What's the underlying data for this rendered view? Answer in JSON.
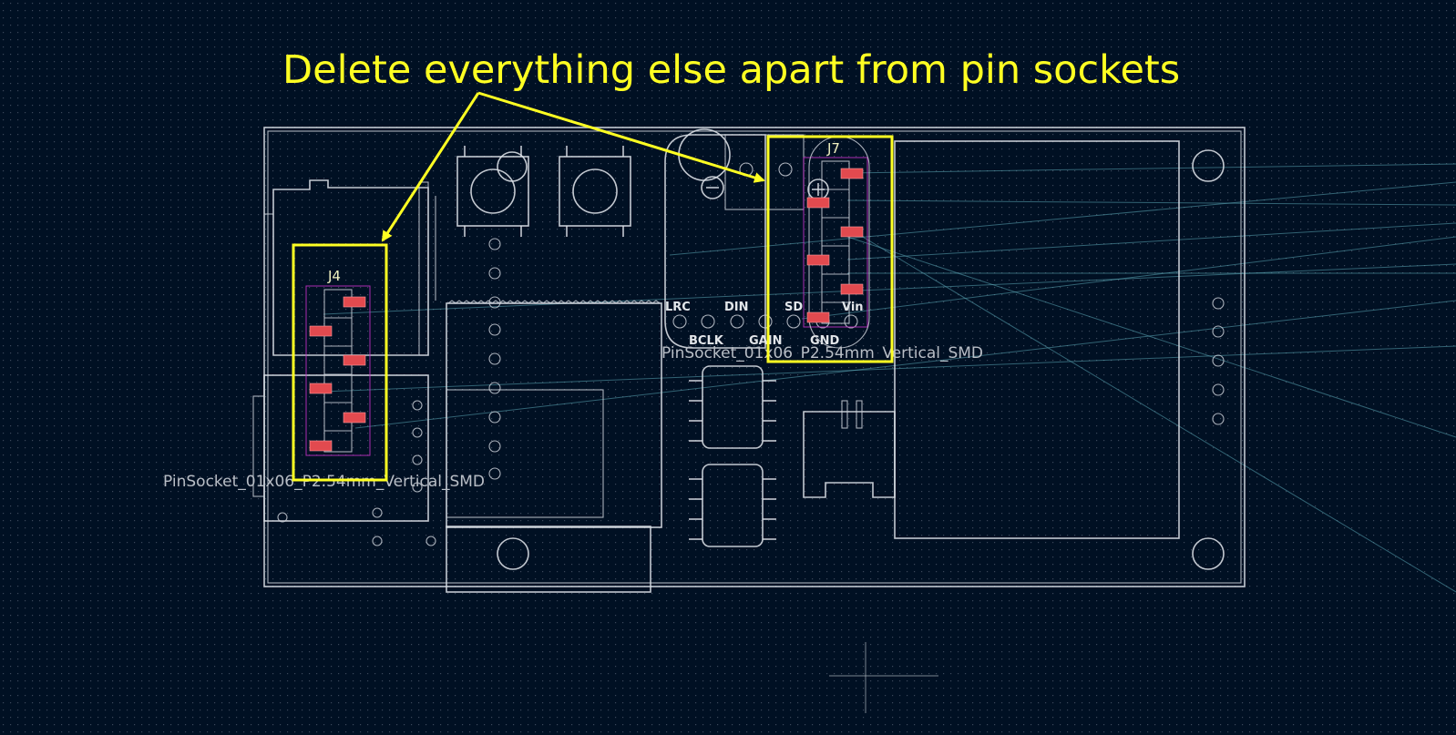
{
  "annotation": {
    "text": "Delete everything else apart from pin sockets",
    "color": "#ffff22"
  },
  "board": {
    "background_color": "#001023",
    "outline_color": "#d8dde3"
  },
  "footprints": {
    "j4": {
      "reference": "J4",
      "value": "PinSocket_01x06_P2.54mm_Vertical_SMD"
    },
    "j7": {
      "reference": "J7",
      "value": "PinSocket_01x06_P2.54mm_Vertical_SMD"
    }
  },
  "module_pins": {
    "top": [
      "LRC",
      "DIN",
      "SD",
      "Vin"
    ],
    "bottom": [
      "BCLK",
      "GAIN",
      "GND"
    ]
  },
  "pad_color": "#e24a4f",
  "ratsnest_color": "#5ca7b6"
}
